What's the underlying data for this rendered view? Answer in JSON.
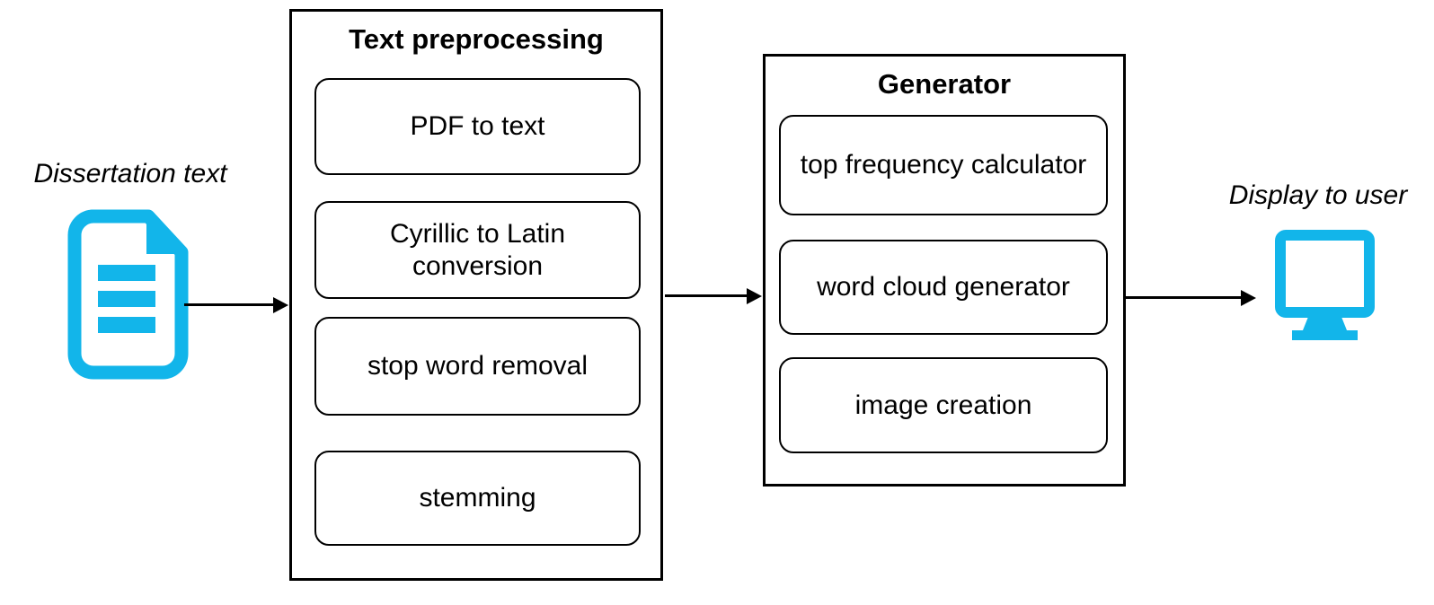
{
  "diagram": {
    "accent_color": "#12b5ea",
    "line_color": "#000000",
    "input": {
      "label": "Dissertation text",
      "icon": "document-icon"
    },
    "stages": [
      {
        "title": "Text preprocessing",
        "steps": [
          "PDF to text",
          "Cyrillic to Latin conversion",
          "stop word removal",
          "stemming"
        ]
      },
      {
        "title": "Generator",
        "steps": [
          "top frequency calculator",
          "word cloud generator",
          "image creation"
        ]
      }
    ],
    "output": {
      "label": "Display to user",
      "icon": "monitor-icon"
    }
  }
}
